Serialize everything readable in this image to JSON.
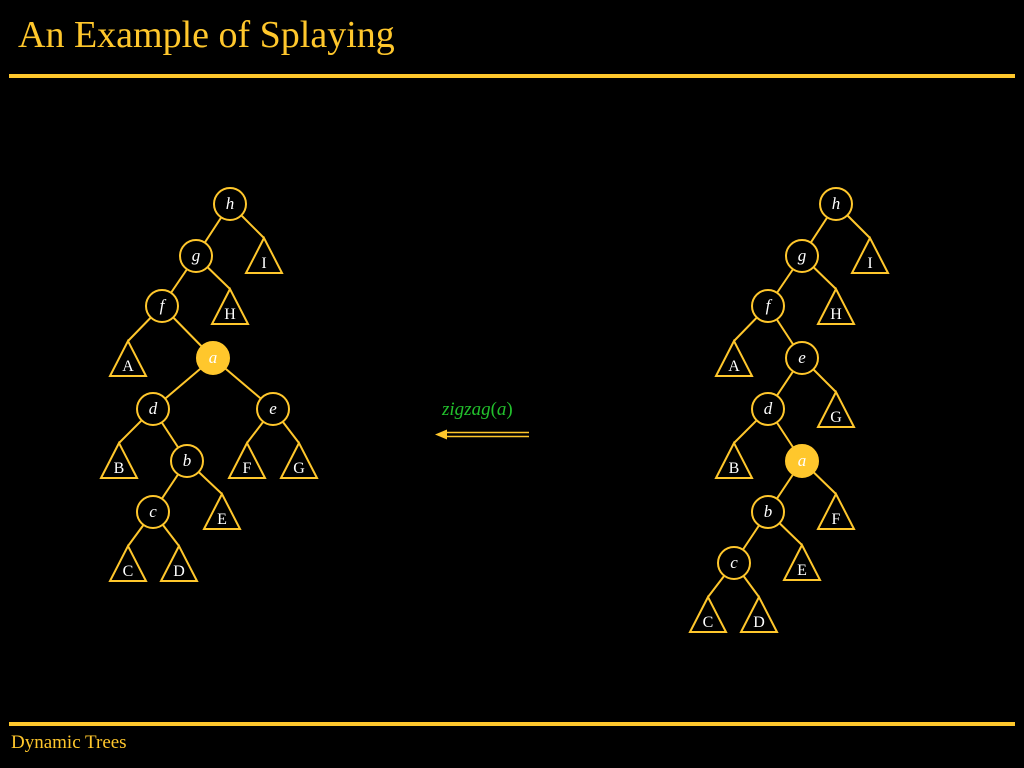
{
  "slide": {
    "title": "An Example of Splaying",
    "footer": "Dynamic Trees"
  },
  "colors": {
    "background": "#000000",
    "accent": "#ffc72c",
    "operation_text": "#22c02c",
    "label_text": "#ffffff"
  },
  "operation": {
    "name": "zigzag",
    "open": "(",
    "arg": "a",
    "close": ")",
    "arrow_direction": "left"
  },
  "left_tree": {
    "highlighted": "a",
    "nodes": [
      "h",
      "g",
      "f",
      "a",
      "d",
      "e",
      "b",
      "c"
    ],
    "subtrees": [
      "I",
      "H",
      "A",
      "B",
      "F",
      "G",
      "E",
      "C",
      "D"
    ],
    "edges": [
      [
        "h",
        "g"
      ],
      [
        "h",
        "I"
      ],
      [
        "g",
        "f"
      ],
      [
        "g",
        "H"
      ],
      [
        "f",
        "A"
      ],
      [
        "f",
        "a"
      ],
      [
        "a",
        "d"
      ],
      [
        "a",
        "e"
      ],
      [
        "d",
        "B"
      ],
      [
        "d",
        "b"
      ],
      [
        "e",
        "F"
      ],
      [
        "e",
        "G"
      ],
      [
        "b",
        "c"
      ],
      [
        "b",
        "E"
      ],
      [
        "c",
        "C"
      ],
      [
        "c",
        "D"
      ]
    ]
  },
  "right_tree": {
    "highlighted": "a",
    "nodes": [
      "h",
      "g",
      "f",
      "e",
      "d",
      "a",
      "b",
      "c"
    ],
    "subtrees": [
      "I",
      "H",
      "A",
      "G",
      "B",
      "F",
      "E",
      "C",
      "D"
    ],
    "edges": [
      [
        "h",
        "g"
      ],
      [
        "h",
        "I"
      ],
      [
        "g",
        "f"
      ],
      [
        "g",
        "H"
      ],
      [
        "f",
        "A"
      ],
      [
        "f",
        "e"
      ],
      [
        "e",
        "d"
      ],
      [
        "e",
        "G"
      ],
      [
        "d",
        "B"
      ],
      [
        "d",
        "a"
      ],
      [
        "a",
        "b"
      ],
      [
        "a",
        "F"
      ],
      [
        "b",
        "c"
      ],
      [
        "b",
        "E"
      ],
      [
        "c",
        "C"
      ],
      [
        "c",
        "D"
      ]
    ]
  }
}
